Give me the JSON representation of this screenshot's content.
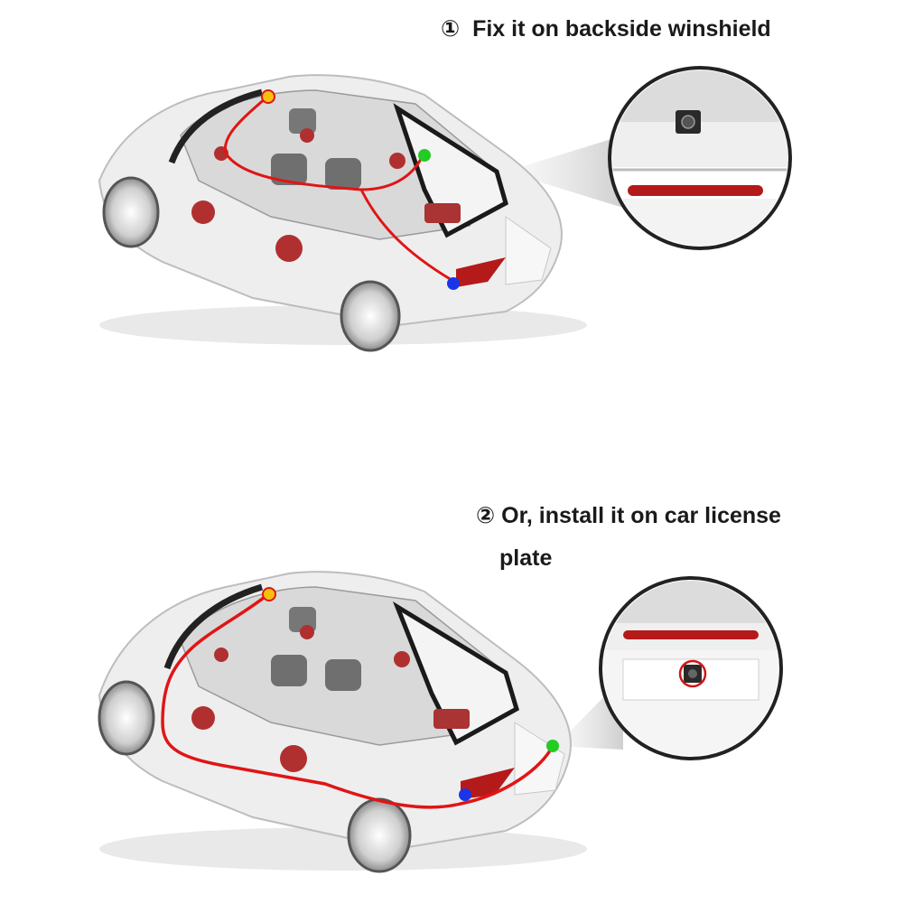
{
  "step1": {
    "number": "①",
    "caption": "Fix it on backside winshield"
  },
  "step2": {
    "number": "②",
    "caption_line1": "Or, install it on car license",
    "caption_line2": "plate"
  },
  "colors": {
    "wire": "#e01515",
    "marker_yellow": "#f4c20d",
    "marker_green": "#22cc22",
    "marker_blue": "#1a35e8",
    "taillight": "#b51a1a",
    "body": "#eeeeee",
    "outline": "#bdbdbd"
  },
  "icons": [
    "car-illustration",
    "rear-camera-icon",
    "magnifier-circle"
  ]
}
